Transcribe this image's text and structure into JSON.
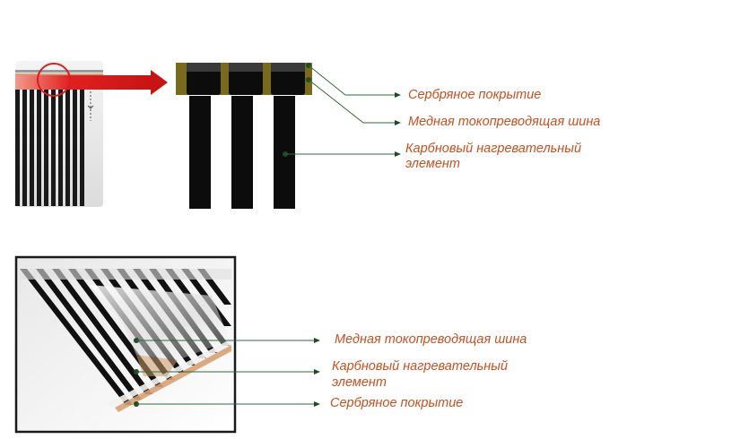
{
  "diagram_top": {
    "labels": {
      "silver": "Сербряное покрытие",
      "copper": "Медная токопреводящая шина",
      "carbon_line1": "Карбновый нагревательный",
      "carbon_line2": "элемент"
    }
  },
  "diagram_bottom": {
    "labels": {
      "copper": "Медная токопреводящая шина",
      "carbon_line1": "Карбновый нагревательный",
      "carbon_line2": "элемент",
      "silver": "Сербряное покрытие"
    }
  },
  "colors": {
    "label_text": "#c8501f",
    "leader_line": "#2f6b3a",
    "copper_bus": "#7a6a1e",
    "carbon": "#0c0c0c",
    "arrow": "#d81e1e"
  }
}
